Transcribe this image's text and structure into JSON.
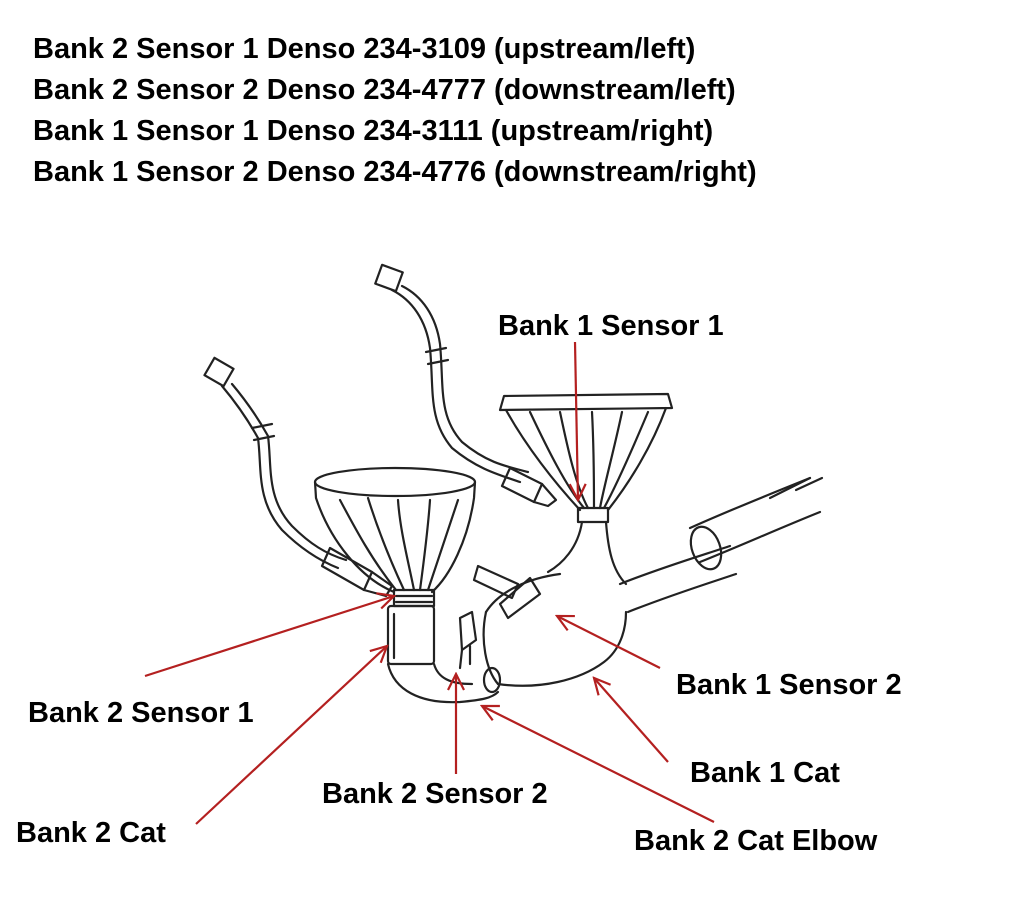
{
  "header": {
    "lines": [
      "Bank 2 Sensor 1 Denso 234-3109 (upstream/left)",
      "Bank 2 Sensor 2 Denso 234-4777 (downstream/left)",
      "Bank 1 Sensor 1 Denso 234-3111 (upstream/right)",
      "Bank 1 Sensor 2 Denso 234-4776 (downstream/right)"
    ]
  },
  "callouts": {
    "bank1_sensor1": "Bank 1 Sensor 1",
    "bank1_sensor2": "Bank 1 Sensor 2",
    "bank1_cat": "Bank 1 Cat",
    "bank2_sensor1": "Bank 2 Sensor 1",
    "bank2_sensor2": "Bank 2 Sensor 2",
    "bank2_cat": "Bank 2 Cat",
    "bank2_cat_elbow": "Bank 2 Cat Elbow"
  },
  "colors": {
    "text": "#000000",
    "arrow": "#b42020",
    "line_art": "#222222",
    "background": "#ffffff"
  }
}
